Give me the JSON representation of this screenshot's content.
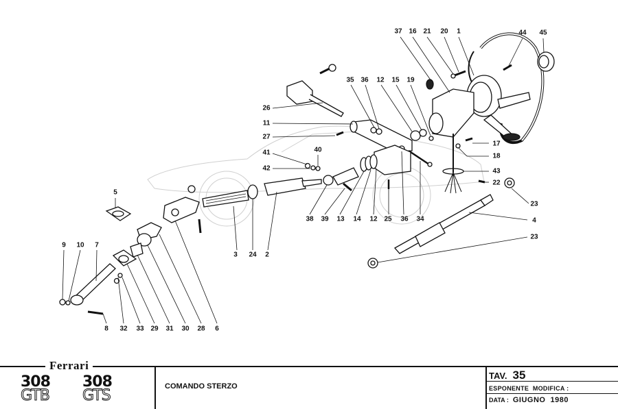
{
  "title_block": {
    "brand": "Ferrari",
    "models": [
      {
        "number": "308",
        "variant": "GTB"
      },
      {
        "number": "308",
        "variant": "GTS"
      }
    ],
    "description": "COMANDO STERZO",
    "tav_label": "TAV.",
    "tav_number": "35",
    "esponente_modifica_label": "ESPONENTE  MODIFICA :",
    "esponente_modifica_value": "",
    "data_label": "DATA :",
    "data_value": "GIUGNO  1980"
  },
  "callouts": [
    {
      "id": "37",
      "label": "37"
    },
    {
      "id": "16",
      "label": "16"
    },
    {
      "id": "21",
      "label": "21"
    },
    {
      "id": "20",
      "label": "20"
    },
    {
      "id": "1",
      "label": "1"
    },
    {
      "id": "44",
      "label": "44"
    },
    {
      "id": "45",
      "label": "45"
    },
    {
      "id": "35",
      "label": "35"
    },
    {
      "id": "36a",
      "label": "36"
    },
    {
      "id": "12a",
      "label": "12"
    },
    {
      "id": "15",
      "label": "15"
    },
    {
      "id": "19",
      "label": "19"
    },
    {
      "id": "26",
      "label": "26"
    },
    {
      "id": "11",
      "label": "11"
    },
    {
      "id": "27",
      "label": "27"
    },
    {
      "id": "41",
      "label": "41"
    },
    {
      "id": "40",
      "label": "40"
    },
    {
      "id": "42",
      "label": "42"
    },
    {
      "id": "17",
      "label": "17"
    },
    {
      "id": "18",
      "label": "18"
    },
    {
      "id": "43",
      "label": "43"
    },
    {
      "id": "22",
      "label": "22"
    },
    {
      "id": "23a",
      "label": "23"
    },
    {
      "id": "4",
      "label": "4"
    },
    {
      "id": "23b",
      "label": "23"
    },
    {
      "id": "5",
      "label": "5"
    },
    {
      "id": "3",
      "label": "3"
    },
    {
      "id": "24",
      "label": "24"
    },
    {
      "id": "2",
      "label": "2"
    },
    {
      "id": "38",
      "label": "38"
    },
    {
      "id": "39",
      "label": "39"
    },
    {
      "id": "13",
      "label": "13"
    },
    {
      "id": "14",
      "label": "14"
    },
    {
      "id": "12b",
      "label": "12"
    },
    {
      "id": "25",
      "label": "25"
    },
    {
      "id": "36b",
      "label": "36"
    },
    {
      "id": "34",
      "label": "34"
    },
    {
      "id": "9",
      "label": "9"
    },
    {
      "id": "10",
      "label": "10"
    },
    {
      "id": "7",
      "label": "7"
    },
    {
      "id": "8",
      "label": "8"
    },
    {
      "id": "32",
      "label": "32"
    },
    {
      "id": "33",
      "label": "33"
    },
    {
      "id": "29",
      "label": "29"
    },
    {
      "id": "31",
      "label": "31"
    },
    {
      "id": "30",
      "label": "30"
    },
    {
      "id": "28",
      "label": "28"
    },
    {
      "id": "6",
      "label": "6"
    }
  ]
}
